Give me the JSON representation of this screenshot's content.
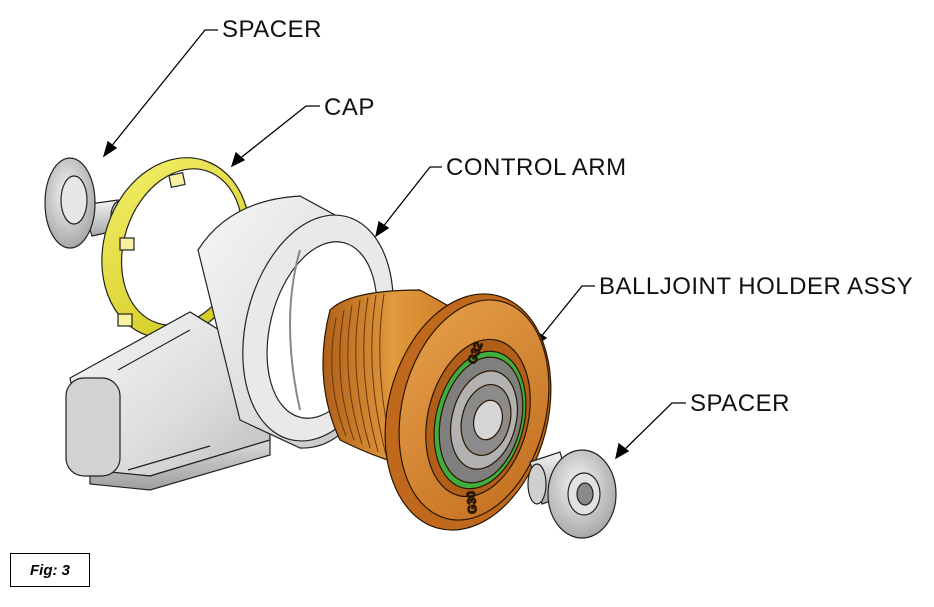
{
  "labels": {
    "spacer_top": "SPACER",
    "cap": "CAP",
    "control_arm": "CONTROL ARM",
    "balljoint_holder": "BALLJOINT HOLDER ASSY",
    "spacer_bottom": "SPACER"
  },
  "figure_label": "Fig: 3",
  "markings": {
    "top": "G32",
    "bottom": "G30"
  },
  "colors": {
    "cap": "#e8e23a",
    "holder": "#d9882c",
    "arm": "#e4e4e4",
    "spacer": "#dcdcdc",
    "bearing": "#9a9a9a",
    "seal": "#3fae3f"
  }
}
